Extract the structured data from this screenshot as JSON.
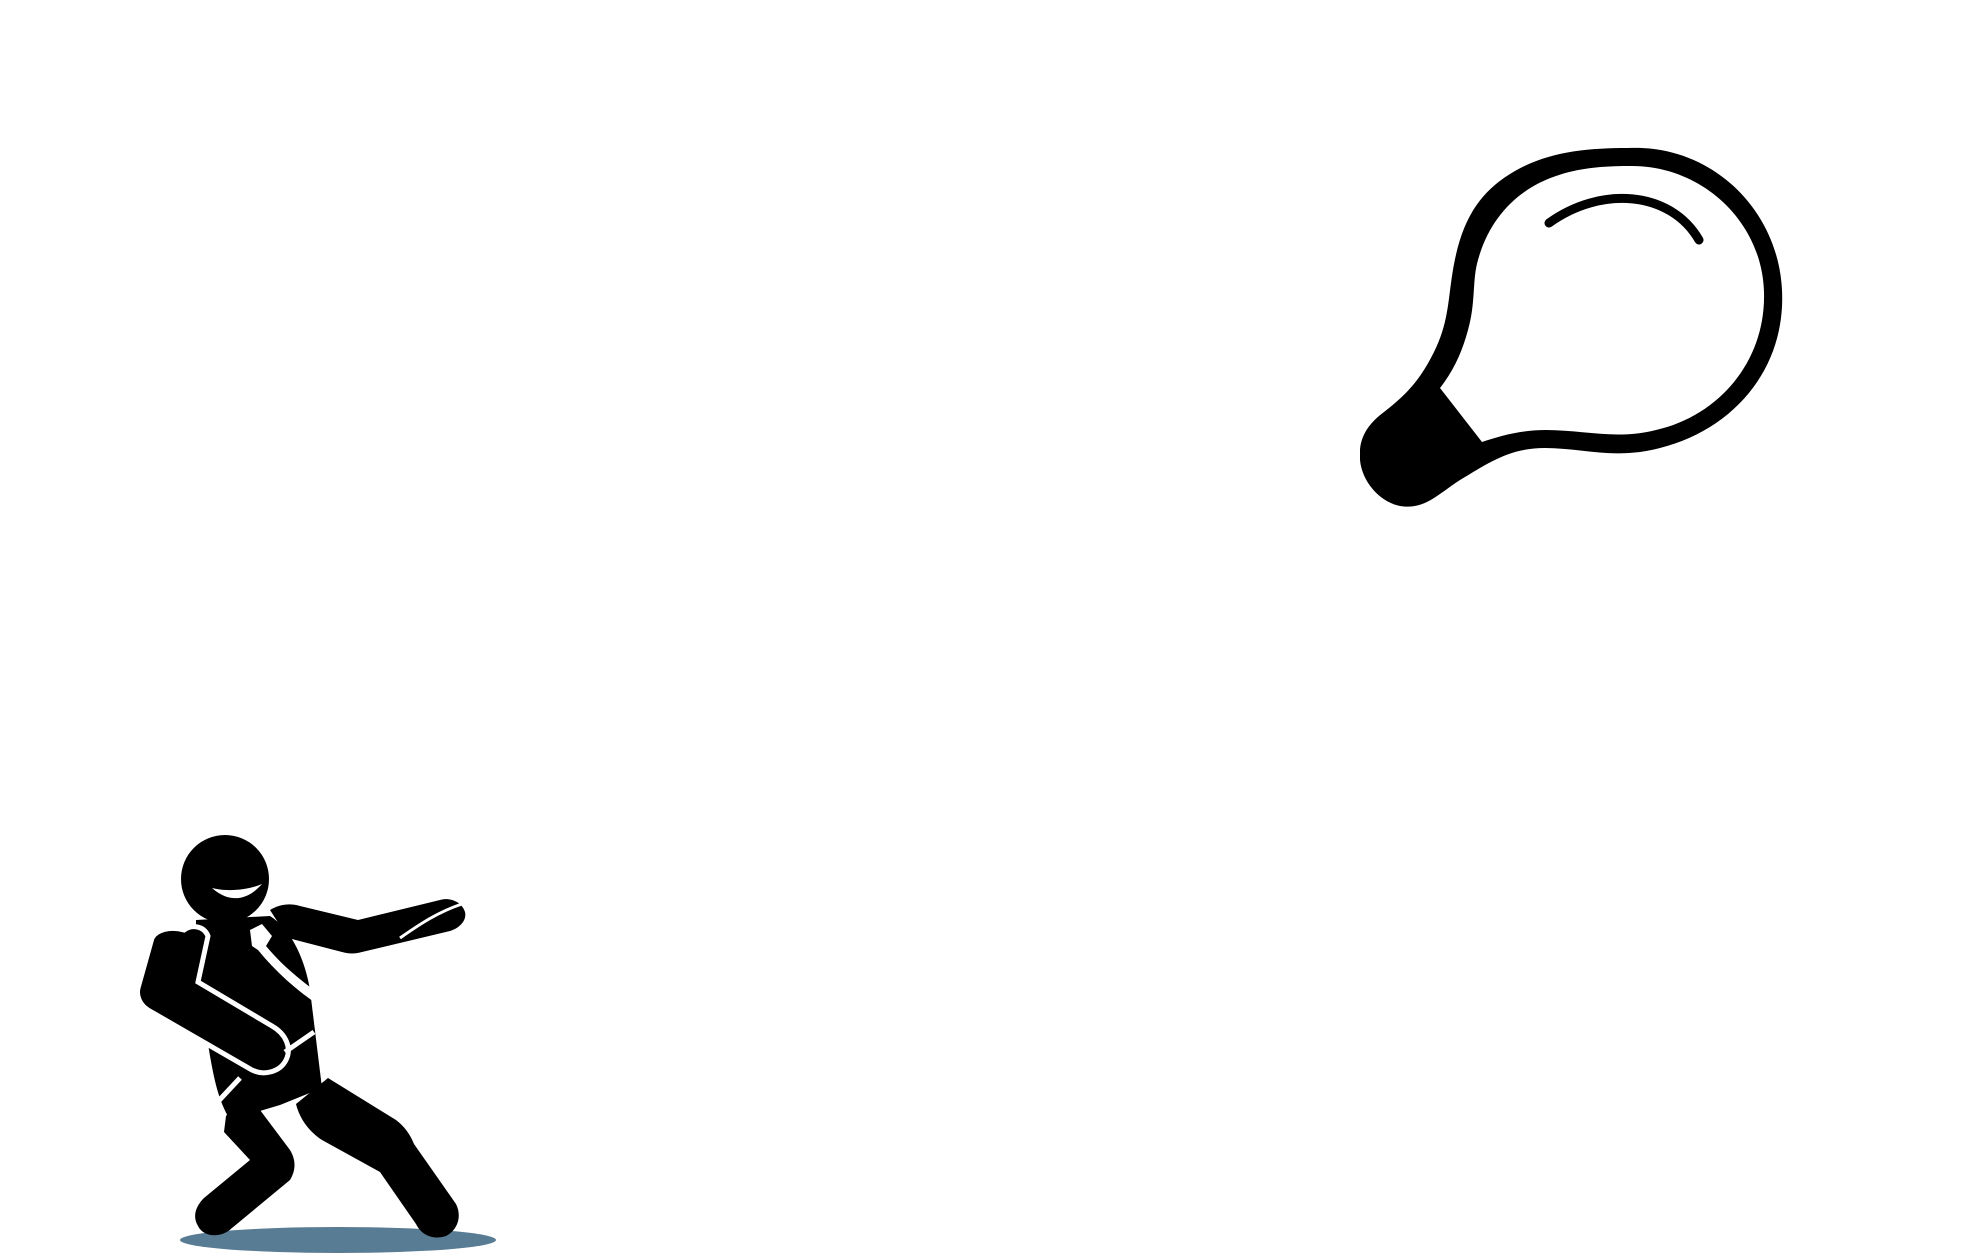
{
  "scene": {
    "background_color": "#ffffff",
    "description": "Clip-art illustration: a smiling stick figure in a tie reaching toward a large light bulb (idea concept)"
  },
  "illustrations": {
    "figure": {
      "label": "stick-figure",
      "pose": "leaning back, arm outstretched toward the bulb",
      "fill_color": "#000000",
      "accent_color": "#ffffff",
      "shadow_color": "#587c93"
    },
    "bulb": {
      "label": "light-bulb",
      "orientation": "tilted, socket pointing lower-left",
      "outline_color": "#000000",
      "glass_color": "#ffffff",
      "socket_color": "#000000"
    }
  },
  "colors": {
    "ink": "#000000",
    "paper": "#ffffff",
    "shadow": "#587c93"
  }
}
